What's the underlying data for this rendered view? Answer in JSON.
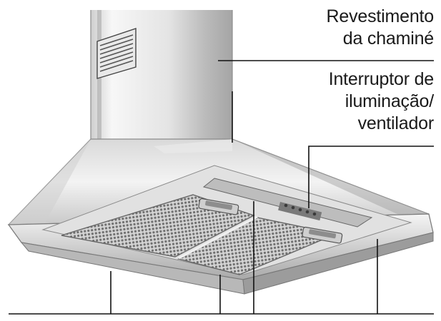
{
  "labels": {
    "chimney_cover": [
      "Revestimento",
      "da chaminé"
    ],
    "switch": [
      "Interruptor de",
      "iluminação/",
      "ventilador"
    ]
  },
  "colors": {
    "steel_light": "#f2f2f2",
    "steel_mid": "#bdbdbd",
    "steel_dark": "#6e6e6e",
    "mesh": "#8a8a8a",
    "leader_line": "#111111"
  }
}
